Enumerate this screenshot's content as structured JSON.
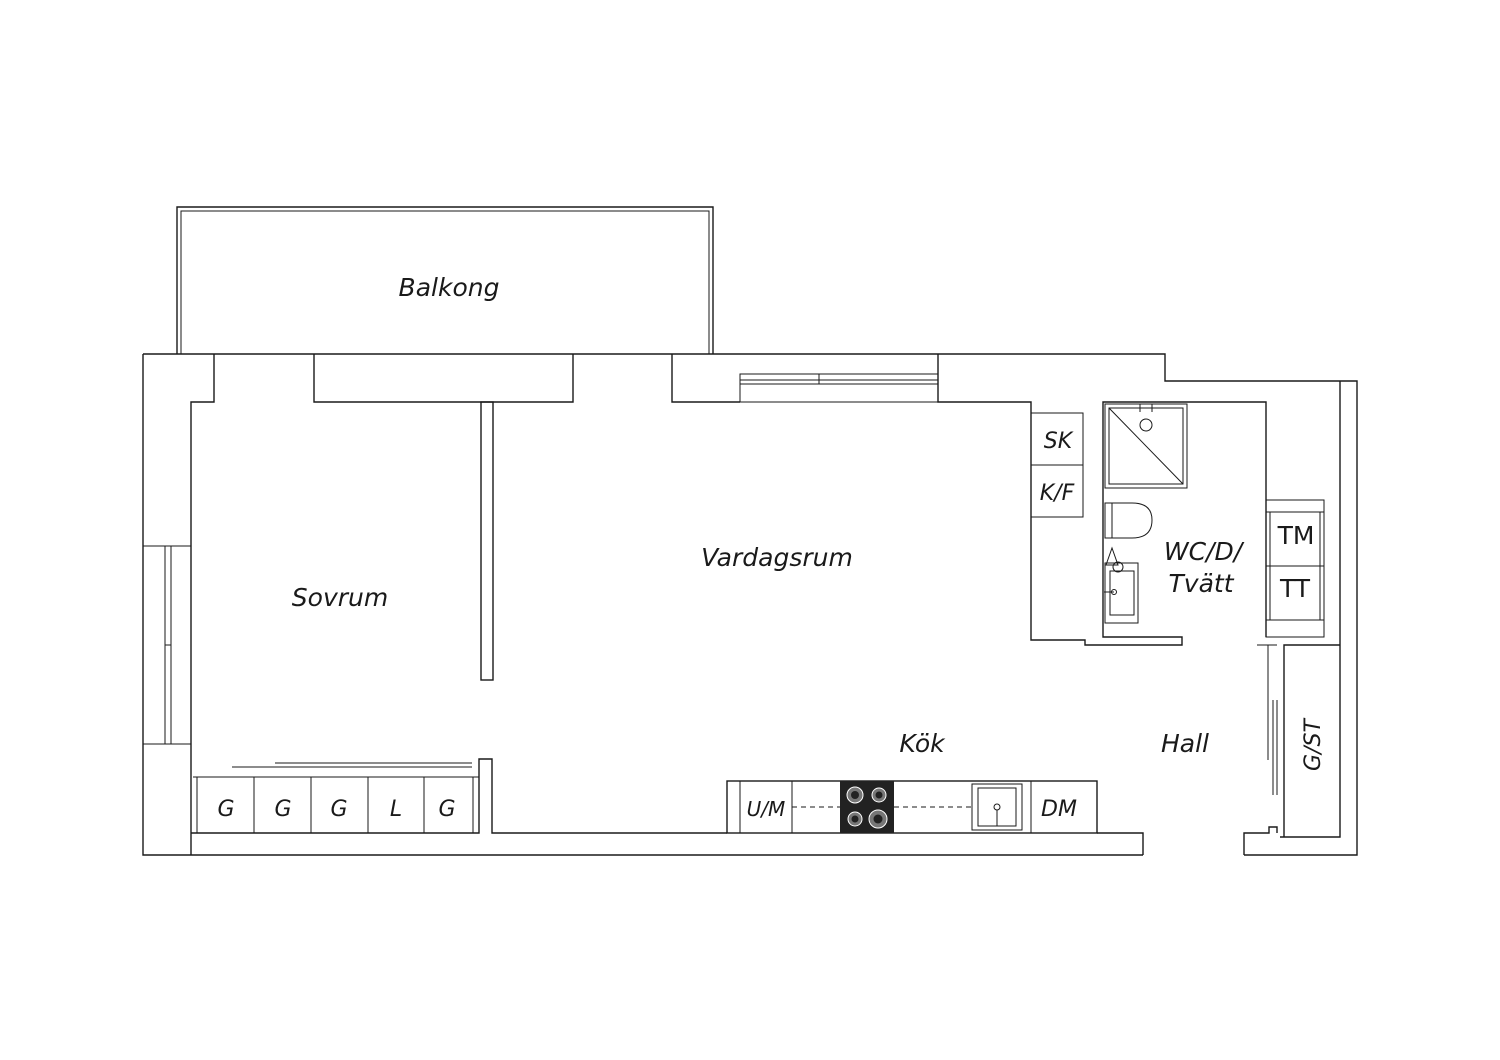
{
  "rooms": {
    "balkong": "Balkong",
    "sovrum": "Sovrum",
    "vardagsrum": "Vardagsrum",
    "kok": "Kök",
    "hall": "Hall",
    "wc_line1": "WC/D/",
    "wc_line2": "Tvätt"
  },
  "fixtures": {
    "wardrobe": [
      "G",
      "G",
      "G",
      "L",
      "G"
    ],
    "sk": "SK",
    "kf": "K/F",
    "um": "U/M",
    "dm": "DM",
    "tm": "TM",
    "tt": "TT",
    "gst": "G/ST"
  }
}
